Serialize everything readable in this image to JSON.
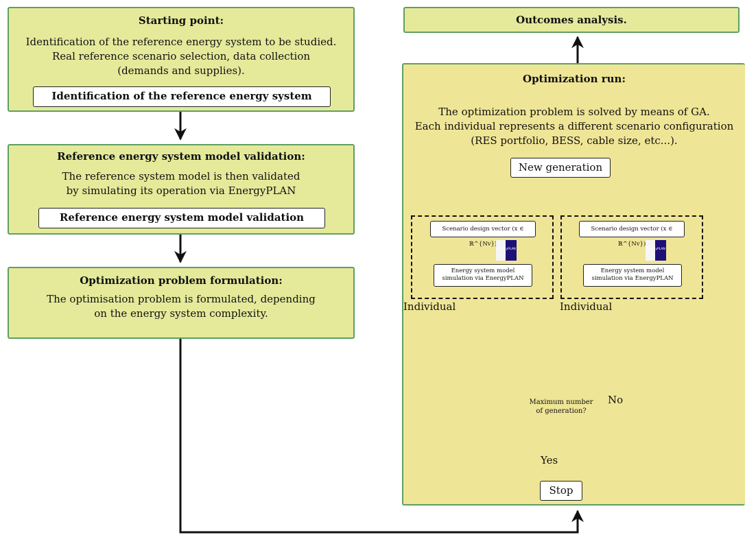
{
  "left_column": {
    "starting_point": {
      "title": "Starting point:",
      "line1": "Identification of the reference energy system to be studied.",
      "line2": "Real reference scenario selection, data collection",
      "line3": "(demands and supplies).",
      "inner_label": "Identification of the reference energy system"
    },
    "validation": {
      "title": "Reference energy system model validation:",
      "line1": "The reference system model is then validated",
      "line2": "by simulating its operation via EnergyPLAN",
      "inner_label": "Reference energy system model validation"
    },
    "formulation": {
      "title": "Optimization problem formulation:",
      "line1": "The optimisation problem is formulated, depending",
      "line2": "on the energy system complexity."
    }
  },
  "outcomes": {
    "title": "Outcomes analysis."
  },
  "optimization_run": {
    "title": "Optimization run:",
    "line1": "The optimization problem is solved by means of GA.",
    "line2": "Each individual represents a different scenario configuration",
    "line3": "(RES portfolio, BESS, cable size, etc...).",
    "new_generation": "New generation",
    "individuals": [
      {
        "design_vector": "Scenario design vector (x ∈ ℝ^{Nv})",
        "simulation_line1": "Energy system model",
        "simulation_line2": "simulation via EnergyPLAN",
        "logo": "EnergyPLAN",
        "label": "Individual"
      },
      {
        "design_vector": "Scenario design vector (x ∈ ℝ^{Nv})",
        "simulation_line1": "Energy system model",
        "simulation_line2": "simulation via EnergyPLAN",
        "logo": "EnergyPLAN",
        "label": "Individual"
      }
    ],
    "decision_line1": "Maximum number",
    "decision_line2": "of generation?",
    "no_label": "No",
    "yes_label": "Yes",
    "stop": "Stop"
  }
}
